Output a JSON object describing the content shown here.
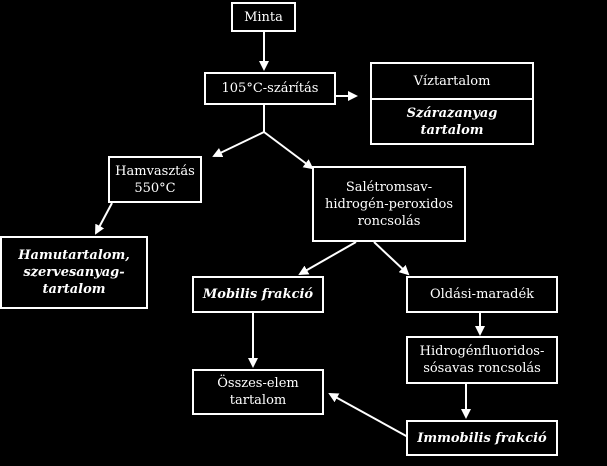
{
  "colors": {
    "background": "#000000",
    "stroke": "#ffffff",
    "text": "#ffffff"
  },
  "nodes": {
    "minta": "Minta",
    "szaritas": "105°C-szárítás",
    "viztartalom": "Víztartalom",
    "szarazanyag": "Szárazanyag\ntartalom",
    "hamvasztas": "Hamvasztás\n550°C",
    "hamutartalom": "Hamutartalom,\nszervesanyag-\ntartalom",
    "salétromsav": "Salétromsav-\nhidrogén-peroxidos\nroncsolás",
    "mobilis": "Mobilis frakció",
    "oldasi": "Oldási-maradék",
    "hidrogenfluorid": "Hidrogénfluoridos-\nsósavas roncsolás",
    "osszes": "Összes-elem\ntartalom",
    "immobilis": "Immobilis frakció"
  }
}
